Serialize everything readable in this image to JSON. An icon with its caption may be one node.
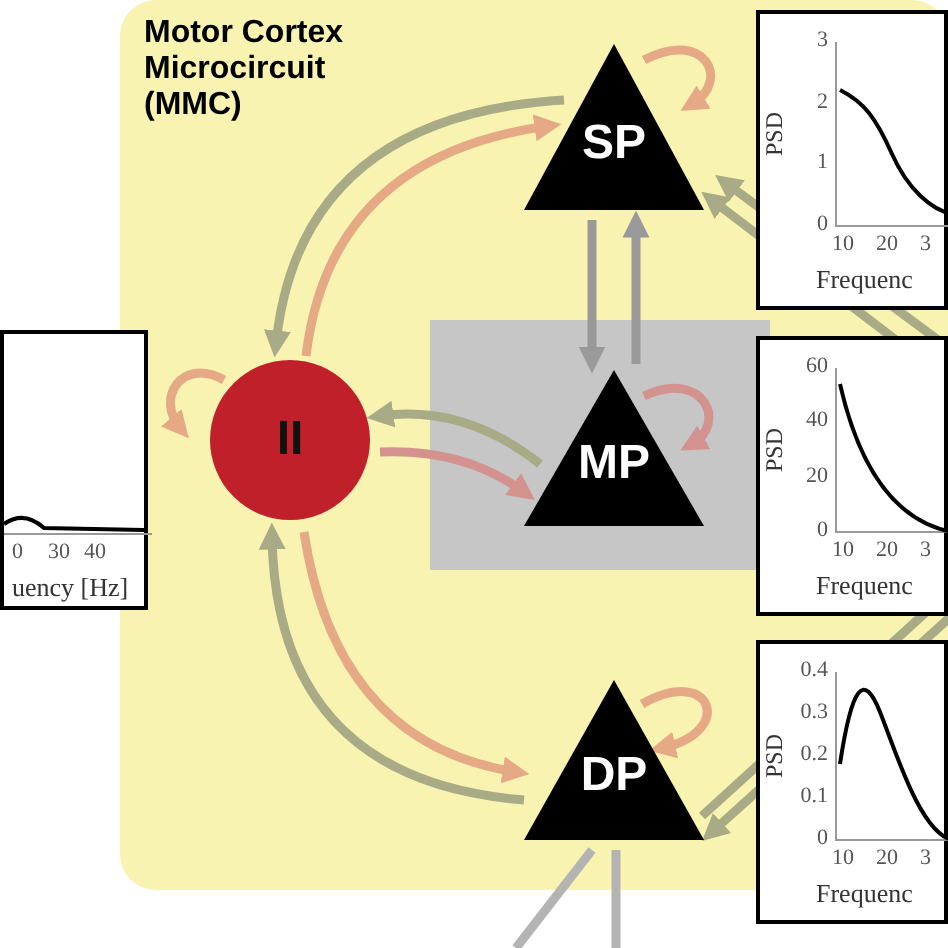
{
  "diagram": {
    "nodes": [
      {
        "text": [
          "Motor Cortex Microcircuit (MMC)"
        ]
      },
      {
        "text": [
          "SP"
        ],
        "in": 0
      },
      {
        "text": [],
        "shape": "box",
        "in": 0
      },
      {
        "text": [
          "MP"
        ],
        "in": 2
      },
      {
        "text": [
          "II"
        ],
        "in": 0
      },
      {
        "text": [
          "DP"
        ],
        "in": 0
      },
      {
        "text": [
          "3",
          "2",
          "1",
          "0",
          "10",
          "20",
          "3",
          "PSD",
          "Frequenc"
        ],
        "in": 0
      },
      {
        "text": [
          "60",
          "40",
          "20",
          "0",
          "10",
          "20",
          "3",
          "PSD",
          "Frequenc"
        ],
        "in": 0
      },
      {
        "text": [
          "0.4",
          "0.3",
          "0.2",
          "0.1",
          "0",
          "10",
          "20",
          "3",
          "PSD",
          "Frequenc"
        ],
        "in": 0
      },
      {
        "text": [
          "0",
          "30",
          "40",
          "uency [Hz]"
        ]
      }
    ],
    "edges": [
      {
        "from": 1,
        "to": 4,
        "arrow": "to"
      },
      {
        "from": 4,
        "to": 1,
        "arrow": "to",
        "color": "#e6a985"
      },
      {
        "from": 1,
        "to": 1,
        "arrow": "to",
        "color": "#e6a985"
      },
      {
        "from": 1,
        "to": 3,
        "arrow": "to",
        "color": "#9a9a9a"
      },
      {
        "from": 3,
        "to": 1,
        "arrow": "to",
        "color": "#9a9a9a"
      },
      {
        "from": 3,
        "to": 4,
        "arrow": "to"
      },
      {
        "from": 4,
        "to": 3,
        "arrow": "to",
        "color": "#d4928f"
      },
      {
        "from": 3,
        "to": 3,
        "arrow": "to",
        "color": "#d4928f"
      },
      {
        "from": 4,
        "to": 4,
        "arrow": "to",
        "color": "#e6a985"
      },
      {
        "from": 4,
        "to": 5,
        "arrow": "to",
        "color": "#e6a985"
      },
      {
        "from": 5,
        "to": 4,
        "arrow": "to"
      },
      {
        "from": 5,
        "to": 5,
        "arrow": "to",
        "color": "#e6a985"
      },
      {
        "from": null,
        "to": 1,
        "arrow": "to"
      },
      {
        "from": null,
        "to": 1,
        "arrow": "to"
      },
      {
        "from": null,
        "to": 5,
        "arrow": "to"
      },
      {
        "from": 5,
        "to": null,
        "arrow": "none"
      },
      {
        "from": 5,
        "to": null,
        "arrow": "none",
        "color": "#b4b4b4"
      },
      {
        "from": 5,
        "to": null,
        "arrow": "none",
        "color": "#b4b4b4"
      }
    ]
  }
}
